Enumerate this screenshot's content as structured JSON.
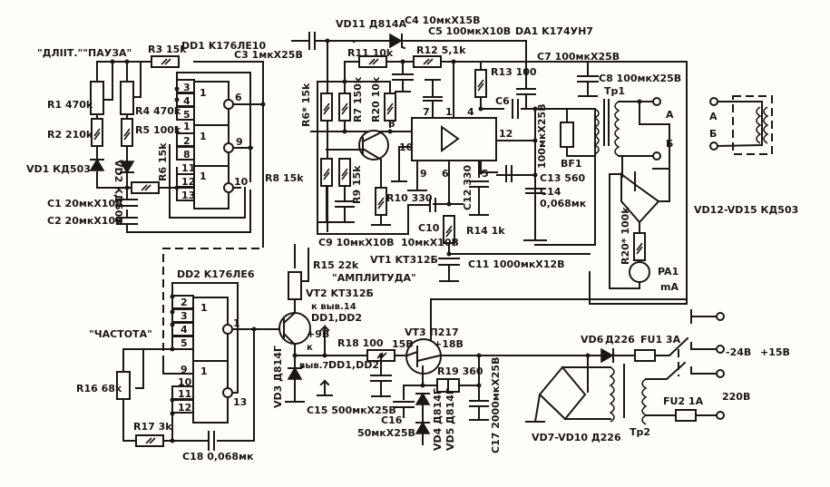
{
  "ink_color": "#1b1712",
  "paper_color": "#fffefb",
  "labels": {
    "dlit_pauza": "\"ДЛIIТ.\"\"ПАУЗА\"",
    "r3": "R3 15k",
    "dd1": "DD1 K176ЛЕ10",
    "r1": "R1 470k",
    "r4": "R4 470k",
    "r2": "R2 210k",
    "r5": "R5 100k",
    "vd1": "VD1 КД503",
    "vd2": "VD2 КД503",
    "r6": "R6 15k",
    "c1": "C1 20мкX10B",
    "c2": "C2 20мкX10B",
    "r8": "R8 15k",
    "c3": "C3 1мкX25B",
    "vd11": "VD11 Д814А",
    "c4": "C4 10мкX15B",
    "c5": "C5 100мкX10B",
    "da1": "DA1 K174УН7",
    "r11": "R11 10k",
    "r12": "R12 5,1k",
    "c7": "C7 100мкX25B",
    "r13": "R13 100",
    "c8": "C8 100мкX25B",
    "tr1": "Tp1",
    "r6s": "R6* 15k",
    "r7": "R7 150k",
    "r20": "R20 10k",
    "c6": "C6",
    "c_100": "100мкX25B",
    "bf1": "BF1",
    "r9": "R9 15k",
    "r10": "R10 330",
    "c12": "C12 330",
    "c13": "C13 560",
    "c14": "C14",
    "c14v": "0,068мк",
    "c10": "C10",
    "r14": "R14 1k",
    "c9": "C9 10мкX10B",
    "c10v": "10мкX10B",
    "vt1": "VT1 KT312Б",
    "c11": "C11 1000мкX12B",
    "r15": "R15 22k",
    "amplituda": "\"АМПЛИТУДА\"",
    "vt2": "VT2 KT312Б",
    "k_vyv14": "к выв.14",
    "dd1dd2_a": "DD1,DD2",
    "plus9": "+9B",
    "k": "к",
    "vyv7": "выв.7",
    "dd1dd2_b": "DD1,DD2",
    "r18": "R18 100",
    "vd3": "VD3 Д814Г",
    "c15": "C15 500мкX25B",
    "vt3": "VT3 П217",
    "v15": "15B",
    "plus18": "+18B",
    "r19": "R19 360",
    "c16": "C16",
    "c16v": "50мкX25B",
    "vd4": "VD4 Д814Г",
    "vd5": "VD5 Д814Г",
    "c17": "C17 2000мкX25B",
    "dd2": "DD2 K176ЛЕ6",
    "chastota": "\"ЧАСТОТА\"",
    "r16": "R16 68k",
    "r17": "R17 3k",
    "c18": "C18 0,068мк",
    "vd12": "VD12-VD15 КД503",
    "r20s": "R20* 100k",
    "pa1": "PA1",
    "ma": "mA",
    "a": "A",
    "b": "Б",
    "a2": "A",
    "b2": "Б",
    "vd6": "VD6",
    "d226": "Д226",
    "fu1": "FU1 3A",
    "v24": "-24B",
    "v15p": "+15B",
    "v220": "220B",
    "fu2": "FU2 1A",
    "vd710": "VD7-VD10 Д226",
    "tr2": "Tp2"
  },
  "dd1_pins": [
    "3",
    "4",
    "5",
    "6",
    "1",
    "2",
    "8",
    "9",
    "11",
    "12",
    "13",
    "10"
  ],
  "dd2_pins": [
    "2",
    "3",
    "4",
    "5",
    "1",
    "9",
    "10",
    "11",
    "12",
    "13"
  ],
  "da1_pins": [
    "8",
    "7",
    "1",
    "4",
    "12",
    "10",
    "9",
    "6",
    "5"
  ],
  "gate_symbol": "1"
}
